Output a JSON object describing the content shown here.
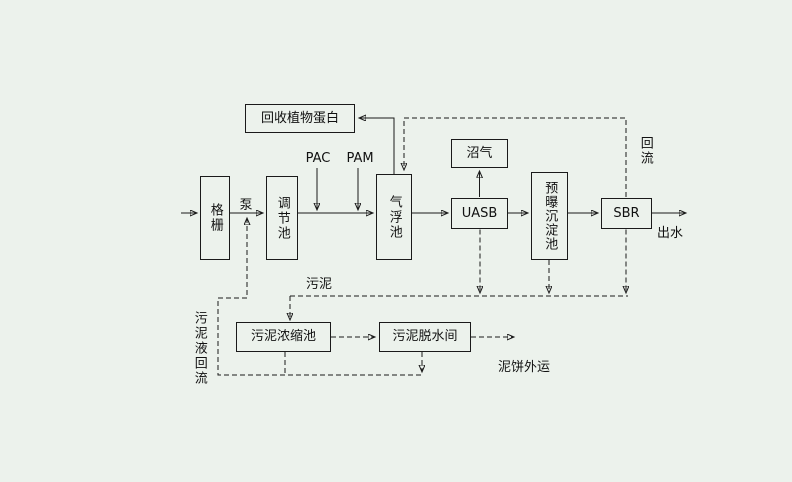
{
  "canvas": {
    "background": "#ecf2ec",
    "line_color": "#1a1a1a",
    "text_color": "#111111"
  },
  "nodes": {
    "grid": "格栅",
    "pump": "泵",
    "regulate": "调节池",
    "flotation": "气浮池",
    "uasb": "UASB",
    "biogas": "沼气",
    "presettle": "预曝沉淀池",
    "sbr": "SBR",
    "protein": "回收植物蛋白",
    "thickener": "污泥浓缩池",
    "dewater": "污泥脱水间"
  },
  "labels": {
    "pac": "PAC",
    "pam": "PAM",
    "effluent": "出水",
    "reflux": "回流",
    "sludge": "污泥",
    "cake": "泥饼外运",
    "liquid_return": "污泥液回流"
  }
}
